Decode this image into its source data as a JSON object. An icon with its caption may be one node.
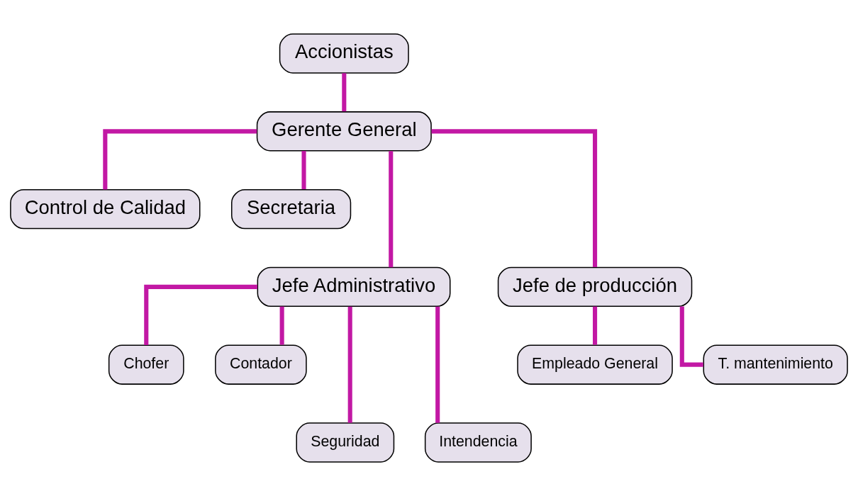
{
  "diagram": {
    "nodes": [
      {
        "text": [
          "Accionistas"
        ]
      },
      {
        "text": [
          "Gerente General"
        ]
      },
      {
        "text": [
          "Control de Calidad"
        ]
      },
      {
        "text": [
          "Secretaria"
        ]
      },
      {
        "text": [
          "Jefe Administrativo"
        ]
      },
      {
        "text": [
          "Jefe de producción"
        ]
      },
      {
        "text": [
          "Chofer"
        ]
      },
      {
        "text": [
          "Contador"
        ]
      },
      {
        "text": [
          "Seguridad"
        ]
      },
      {
        "text": [
          "Intendencia"
        ]
      },
      {
        "text": [
          "Empleado General"
        ]
      },
      {
        "text": [
          "T. mantenimiento"
        ]
      }
    ],
    "edges": [
      {
        "from": 0,
        "to": 1,
        "arrow": "none"
      },
      {
        "from": 1,
        "to": 2,
        "arrow": "none"
      },
      {
        "from": 1,
        "to": 3,
        "arrow": "none"
      },
      {
        "from": 1,
        "to": 4,
        "arrow": "none"
      },
      {
        "from": 1,
        "to": 5,
        "arrow": "none"
      },
      {
        "from": 4,
        "to": 6,
        "arrow": "none"
      },
      {
        "from": 4,
        "to": 7,
        "arrow": "none"
      },
      {
        "from": 4,
        "to": 8,
        "arrow": "none"
      },
      {
        "from": 4,
        "to": 9,
        "arrow": "none"
      },
      {
        "from": 5,
        "to": 10,
        "arrow": "none"
      },
      {
        "from": 5,
        "to": 11,
        "arrow": "none"
      }
    ]
  }
}
